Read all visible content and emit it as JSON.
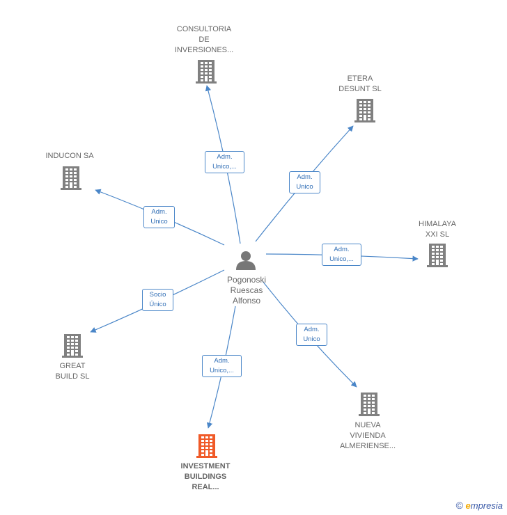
{
  "center": {
    "name": "Pogonoski\nRuescas\nAlfonso",
    "icon": "person-icon"
  },
  "companies": [
    {
      "id": "consultoria",
      "name": "CONSULTORIA\nDE\nINVERSIONES...",
      "icon": "building-icon",
      "highlight": false
    },
    {
      "id": "etera",
      "name": "ETERA\nDESUNT SL",
      "icon": "building-icon",
      "highlight": false
    },
    {
      "id": "inducon",
      "name": "INDUCON SA",
      "icon": "building-icon",
      "highlight": false
    },
    {
      "id": "himalaya",
      "name": "HIMALAYA\nXXI SL",
      "icon": "building-icon",
      "highlight": false
    },
    {
      "id": "great",
      "name": "GREAT\nBUILD  SL",
      "icon": "building-icon",
      "highlight": false
    },
    {
      "id": "investment",
      "name": "INVESTMENT\nBUILDINGS\nREAL...",
      "icon": "building-icon",
      "highlight": true
    },
    {
      "id": "nueva",
      "name": "NUEVA\nVIVIENDA\nALMERIENSE...",
      "icon": "building-icon",
      "highlight": false
    }
  ],
  "relations": [
    {
      "to": "consultoria",
      "label": "Adm.\nUnico,..."
    },
    {
      "to": "etera",
      "label": "Adm.\nUnico"
    },
    {
      "to": "inducon",
      "label": "Adm.\nUnico"
    },
    {
      "to": "himalaya",
      "label": "Adm.\nUnico,..."
    },
    {
      "to": "great",
      "label": "Socio\nÚnico"
    },
    {
      "to": "investment",
      "label": "Adm.\nUnico,..."
    },
    {
      "to": "nueva",
      "label": "Adm.\nUnico"
    }
  ],
  "colors": {
    "edge": "#4a86c8",
    "building": "#808080",
    "highlight": "#f05a28",
    "person": "#777777"
  },
  "footer": {
    "copyright": "©",
    "brand_initial": "e",
    "brand_rest": "mpresia"
  }
}
